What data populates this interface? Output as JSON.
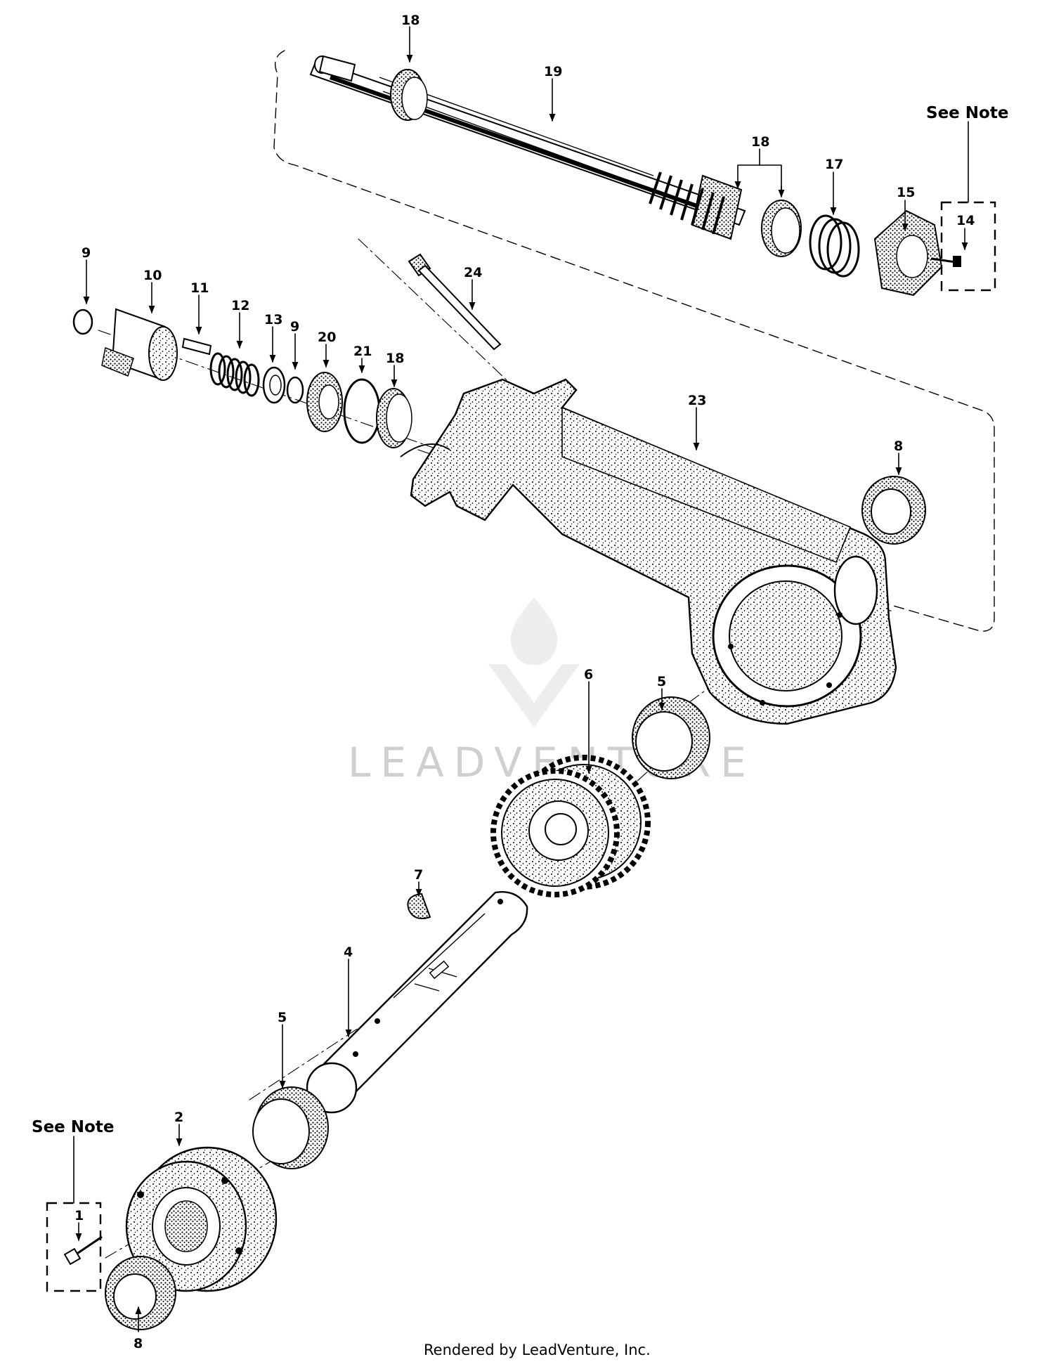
{
  "diagram": {
    "part_labels": [
      "18",
      "19",
      "18",
      "17",
      "15",
      "14",
      "9",
      "10",
      "11",
      "12",
      "13",
      "9",
      "20",
      "21",
      "18",
      "24",
      "23",
      "8",
      "5",
      "6",
      "7",
      "4",
      "5",
      "2",
      "1",
      "8"
    ],
    "note_labels": [
      "See Note",
      "See Note"
    ],
    "watermark": "LEADVENTURE",
    "footer": "Rendered by LeadVenture, Inc.",
    "colors": {
      "ink": "#000000",
      "paper": "#ffffff",
      "watermark": "#cfcfcf"
    }
  }
}
